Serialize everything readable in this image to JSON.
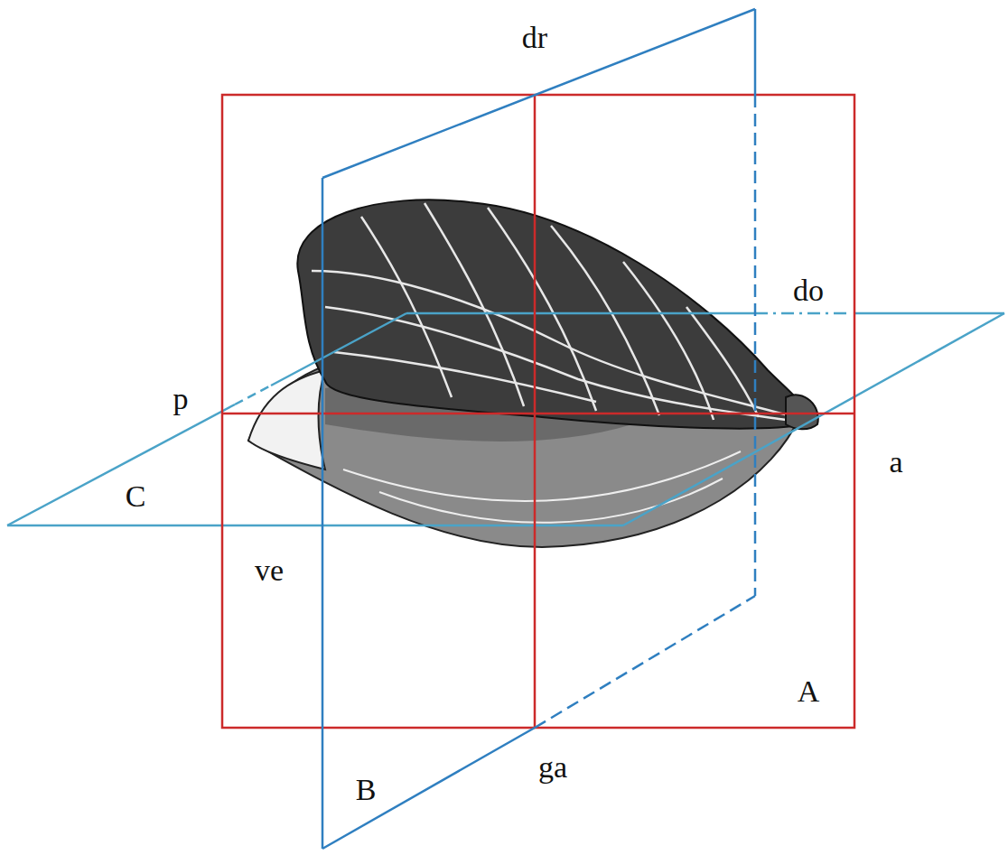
{
  "diagram": {
    "labels": [
      "dr",
      "do",
      "p",
      "a",
      "C",
      "ve",
      "A",
      "B",
      "ga"
    ]
  }
}
